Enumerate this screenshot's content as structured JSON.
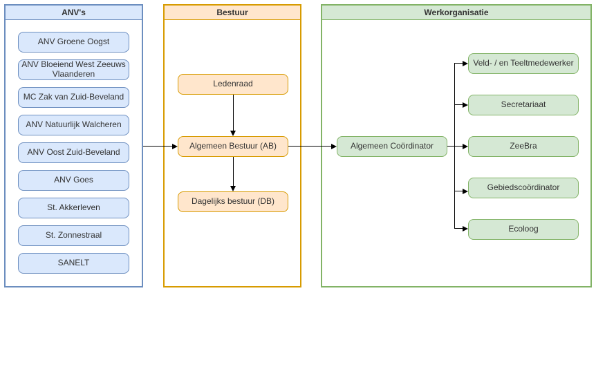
{
  "diagram": {
    "type": "organization-chart-swimlanes",
    "containers": [
      {
        "title": "ANV's",
        "items": [
          "ANV Groene Oogst",
          "ANV Bloeiend West Zeeuws Vlaanderen",
          "MC Zak van Zuid-Beveland",
          "ANV Natuurlijk Walcheren",
          "ANV Oost Zuid-Beveland",
          "ANV Goes",
          "St. Akkerleven",
          "St. Zonnestraal",
          "SANELT"
        ]
      },
      {
        "title": "Bestuur",
        "items": [
          "Ledenraad",
          "Algemeen Bestuur (AB)",
          "Dagelijks bestuur (DB)"
        ]
      },
      {
        "title": "Werkorganisatie",
        "items": [
          "Algemeen Coördinator",
          "Veld- / en Teeltmedewerker",
          "Secretariaat",
          "ZeeBra",
          "Gebiedscoördinator",
          "Ecoloog"
        ]
      }
    ],
    "edges": [
      {
        "from": "ANV's",
        "to": "Algemeen Bestuur (AB)"
      },
      {
        "from": "Ledenraad",
        "to": "Algemeen Bestuur (AB)"
      },
      {
        "from": "Algemeen Bestuur (AB)",
        "to": "Dagelijks bestuur (DB)"
      },
      {
        "from": "Algemeen Bestuur (AB)",
        "to": "Algemeen Coördinator"
      },
      {
        "from": "Algemeen Coördinator",
        "to": "Veld- / en Teeltmedewerker"
      },
      {
        "from": "Algemeen Coördinator",
        "to": "Secretariaat"
      },
      {
        "from": "Algemeen Coördinator",
        "to": "ZeeBra"
      },
      {
        "from": "Algemeen Coördinator",
        "to": "Gebiedscoördinator"
      },
      {
        "from": "Algemeen Coördinator",
        "to": "Ecoloog"
      }
    ],
    "colors": {
      "blue": {
        "fill": "#dae8fc",
        "border": "#6c8ebf"
      },
      "orange": {
        "fill": "#ffe6cc",
        "border": "#d79b00"
      },
      "green": {
        "fill": "#d5e8d4",
        "border": "#82b366"
      },
      "connector": "#000000"
    }
  }
}
